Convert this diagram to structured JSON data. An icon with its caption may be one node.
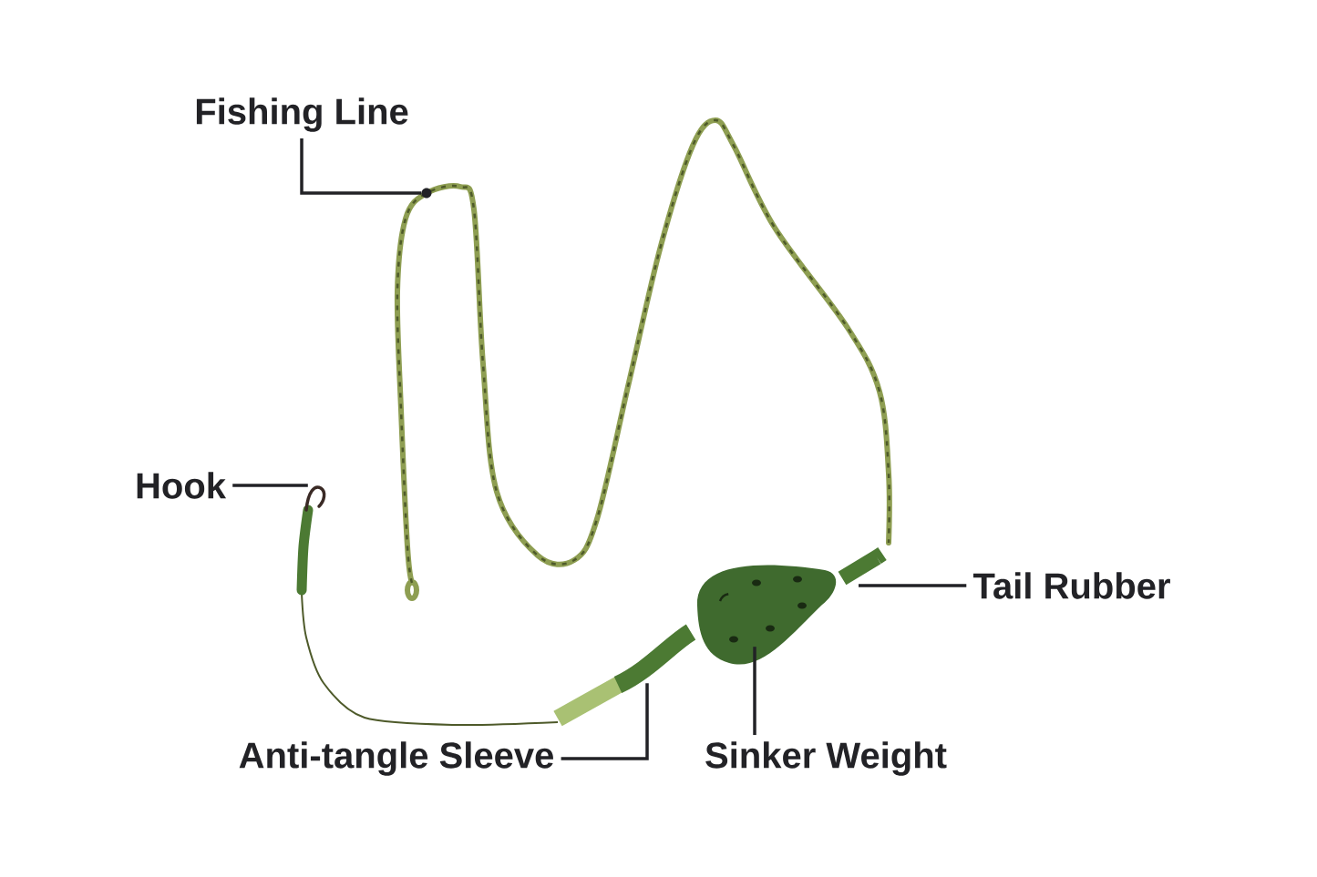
{
  "diagram": {
    "nodes": [
      {
        "text": [
          "Fishing Line"
        ]
      },
      {
        "text": [
          "Hook"
        ]
      },
      {
        "text": [
          "Tail Rubber"
        ]
      },
      {
        "text": [
          "Anti-tangle Sleeve"
        ]
      },
      {
        "text": [
          "Sinker Weight"
        ]
      },
      {
        "text": [],
        "shape": "circle"
      },
      {
        "text": [],
        "shape": "picture"
      },
      {
        "text": [],
        "shape": "picture"
      },
      {
        "text": [],
        "shape": "picture"
      },
      {
        "text": [],
        "shape": "picture"
      }
    ],
    "edges": [
      {
        "from": 0,
        "to": 5,
        "arrow": "none"
      },
      {
        "from": 1,
        "to": 6,
        "arrow": "none"
      },
      {
        "from": 2,
        "to": 7,
        "arrow": "none"
      },
      {
        "from": 3,
        "to": 8,
        "arrow": "none"
      },
      {
        "from": 4,
        "to": 9,
        "arrow": "none"
      }
    ]
  }
}
